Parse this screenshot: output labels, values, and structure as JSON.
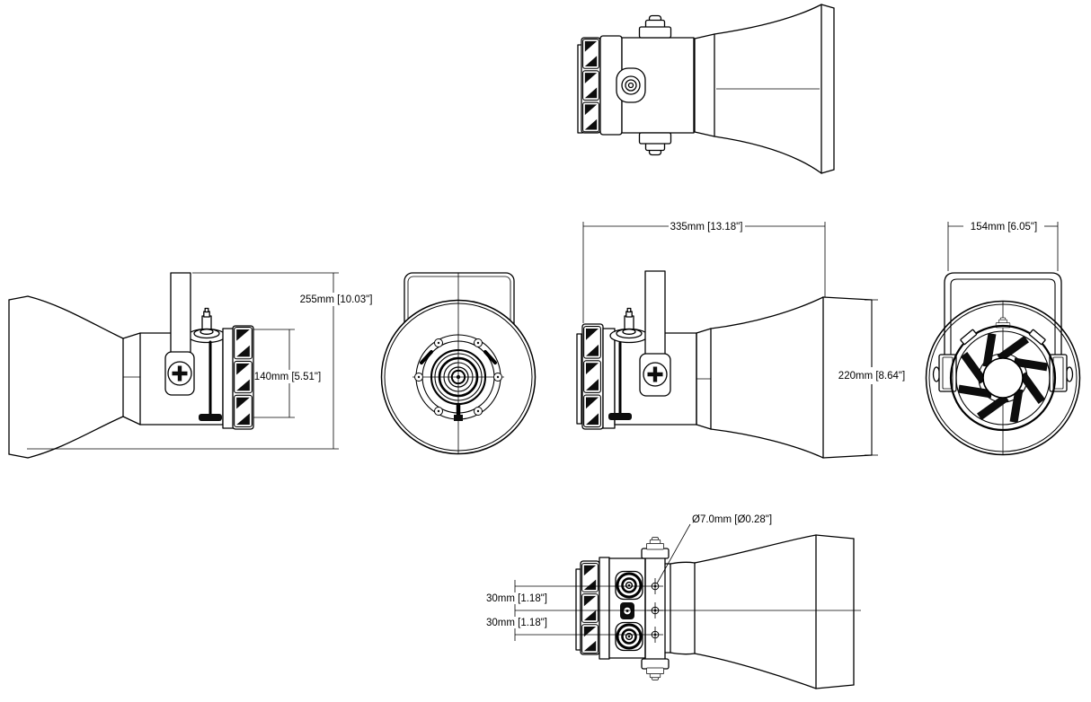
{
  "colors": {
    "background": "#ffffff",
    "line": "#000000"
  },
  "dimensions": {
    "overall_height": "255mm [10.03\"]",
    "rear_section_height": "140mm [5.51\"]",
    "overall_length": "335mm [13.18\"]",
    "horn_mouth_diameter": "220mm [8.64\"]",
    "bracket_width": "154mm [6.05\"]",
    "mounting_hole_diameter": "Ø7.0mm [Ø0.28\"]",
    "mounting_hole_spacing_upper": "30mm [1.18\"]",
    "mounting_hole_spacing_lower": "30mm [1.18\"]"
  }
}
